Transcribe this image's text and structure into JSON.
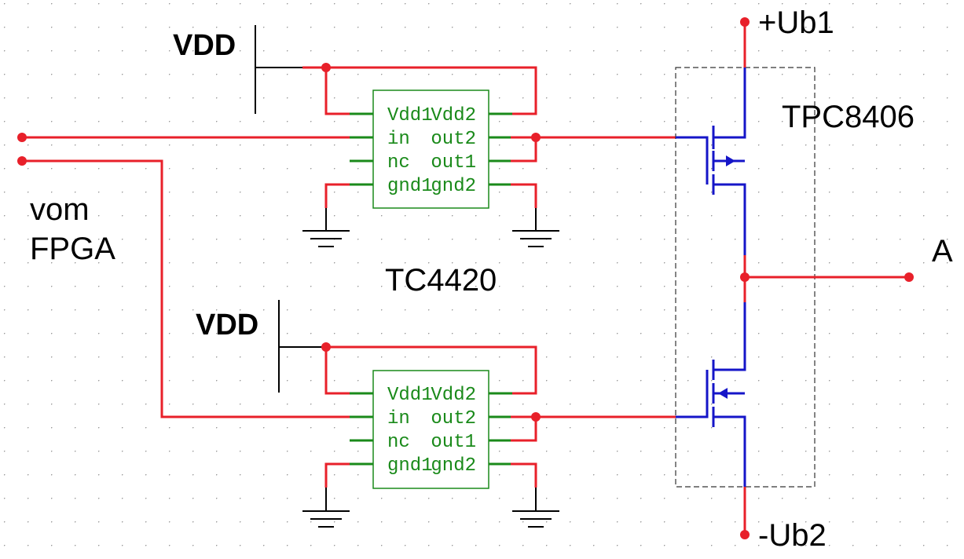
{
  "labels": {
    "ub1": "+Ub1",
    "ub2": "-Ub2",
    "output": "A",
    "mosfet_part": "TPC8406",
    "driver_part": "TC4420",
    "input_line1": "vom",
    "input_line2": "FPGA",
    "vdd_top": "VDD",
    "vdd_bottom": "VDD"
  },
  "driver_top": {
    "left_pins": [
      "Vdd1",
      "in",
      "nc",
      "gnd1"
    ],
    "right_pins": [
      "Vdd2",
      "out2",
      "out1",
      "gnd2"
    ]
  },
  "driver_bottom": {
    "left_pins": [
      "Vdd1",
      "in",
      "nc",
      "gnd1"
    ],
    "right_pins": [
      "Vdd2",
      "out2",
      "out1",
      "gnd2"
    ]
  },
  "colors": {
    "wire": "#e8202a",
    "component": "#1a8a1a",
    "mosfet": "#1515c8",
    "grid": "#9a9a9a"
  }
}
